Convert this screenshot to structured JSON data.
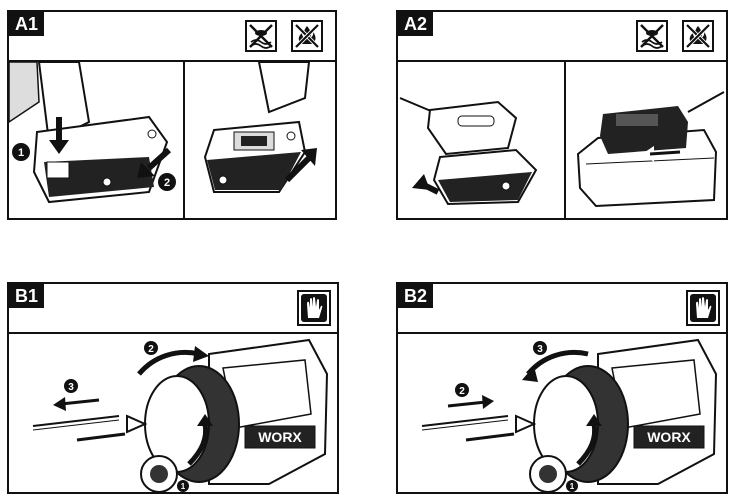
{
  "panels": {
    "a1": {
      "label": "A1"
    },
    "a2": {
      "label": "A2"
    },
    "b1": {
      "label": "B1"
    },
    "b2": {
      "label": "B2"
    }
  },
  "brand": {
    "text": "WORX"
  },
  "steps": {
    "a1": [
      "1",
      "2"
    ],
    "b1": [
      "1",
      "2",
      "3"
    ],
    "b2": [
      "1",
      "2",
      "3"
    ]
  },
  "icons": {
    "a": [
      "no-water-icon",
      "no-fire-icon"
    ],
    "b": [
      "glove-icon"
    ]
  },
  "colors": {
    "ink": "#111111",
    "paper": "#ffffff",
    "gray": "#777777"
  }
}
